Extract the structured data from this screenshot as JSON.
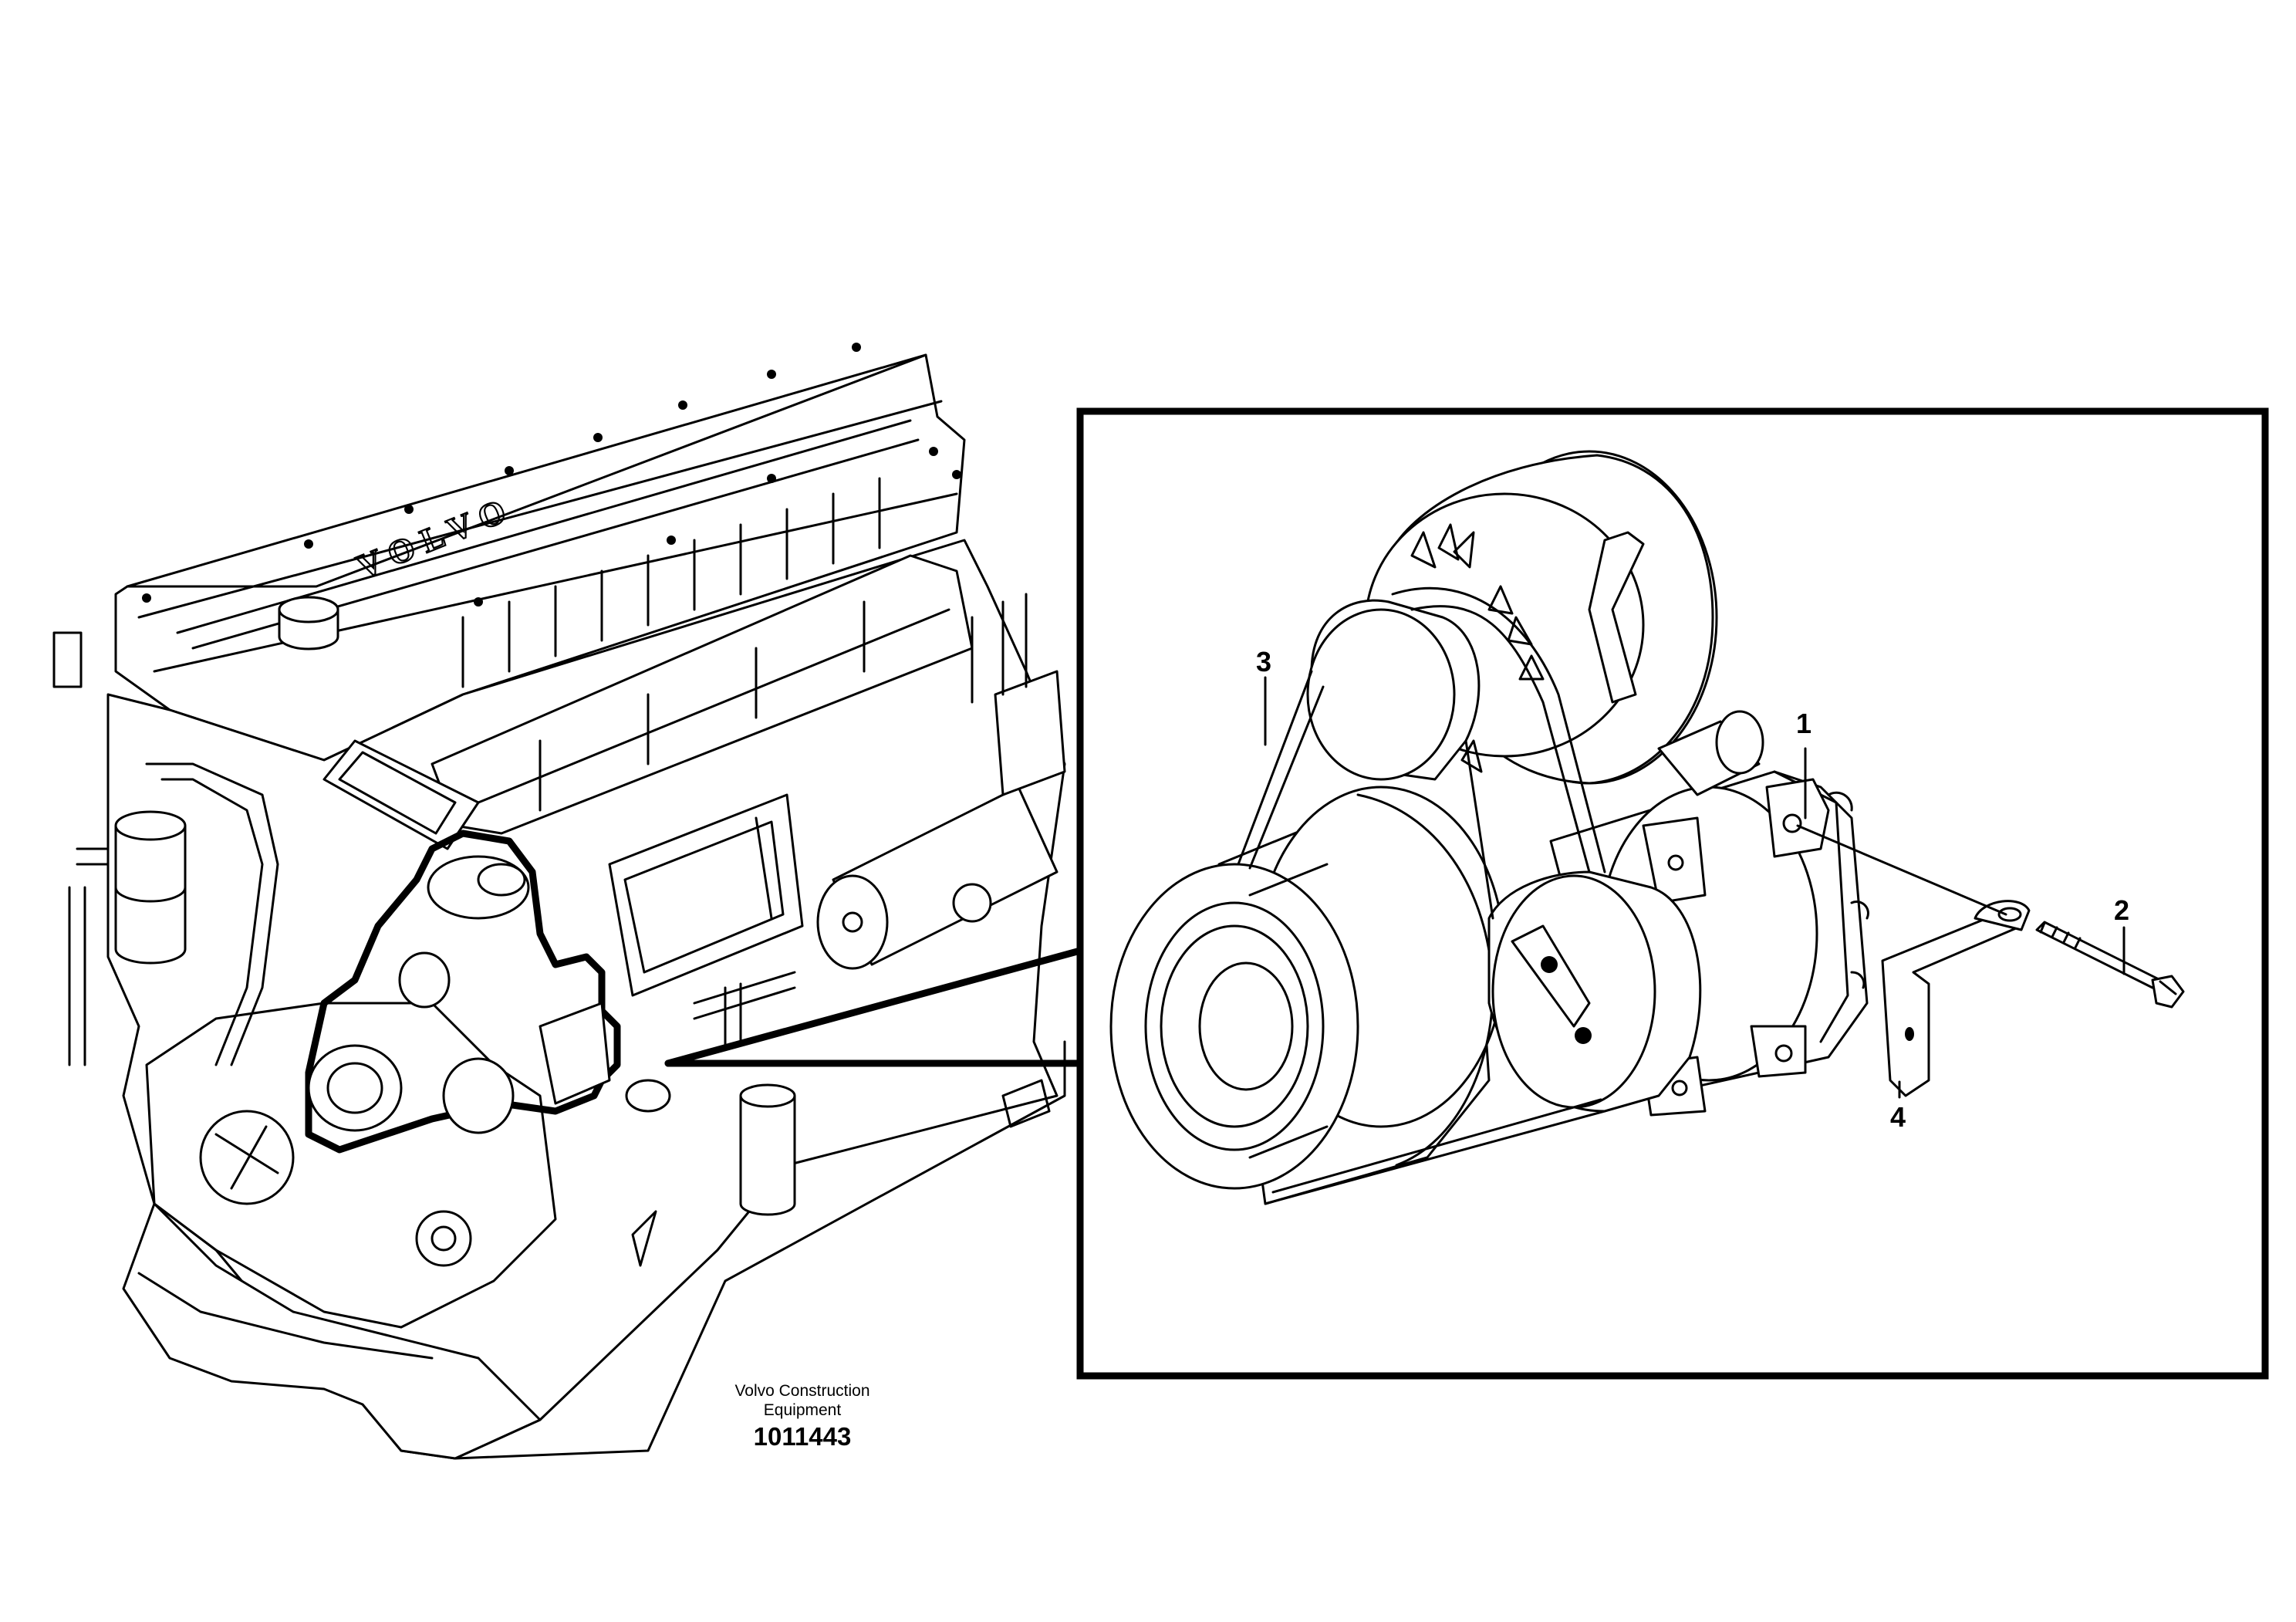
{
  "engine": {
    "logo_text": "VOLVO"
  },
  "callouts": [
    {
      "id": "1",
      "label": "1"
    },
    {
      "id": "2",
      "label": "2"
    },
    {
      "id": "3",
      "label": "3"
    },
    {
      "id": "4",
      "label": "4"
    }
  ],
  "caption": {
    "line1": "Volvo Construction",
    "line2": "Equipment",
    "number": "1011443"
  }
}
